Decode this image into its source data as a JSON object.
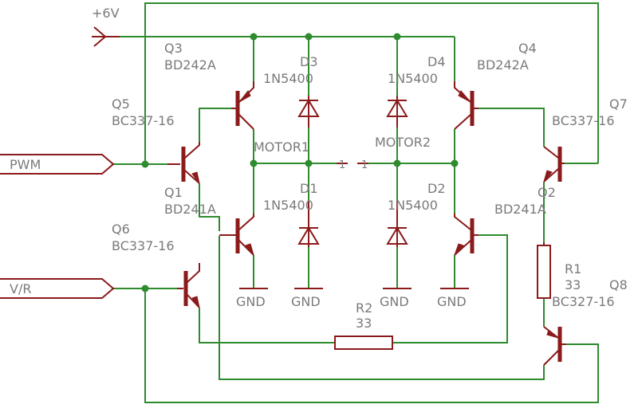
{
  "supply_label": "+6V",
  "ports": {
    "pwm": "PWM",
    "vr": "V/R"
  },
  "gnd_label": "GND",
  "pin_label": "1",
  "components": {
    "q1": {
      "name": "Q1",
      "part": "BD241A"
    },
    "q2": {
      "name": "Q2",
      "part": "BD241A"
    },
    "q3": {
      "name": "Q3",
      "part": "BD242A"
    },
    "q4": {
      "name": "Q4",
      "part": "BD242A"
    },
    "q5": {
      "name": "Q5",
      "part": "BC337-16"
    },
    "q6": {
      "name": "Q6",
      "part": "BC337-16"
    },
    "q7": {
      "name": "Q7",
      "part": "BC337-16"
    },
    "q8": {
      "name": "Q8",
      "part": "BC327-16"
    },
    "d1": {
      "name": "D1",
      "part": "1N5400"
    },
    "d2": {
      "name": "D2",
      "part": "1N5400"
    },
    "d3": {
      "name": "D3",
      "part": "1N5400"
    },
    "d4": {
      "name": "D4",
      "part": "1N5400"
    },
    "r1": {
      "name": "R1",
      "value": "33"
    },
    "r2": {
      "name": "R2",
      "value": "33"
    },
    "motor1": {
      "name": "MOTOR1"
    },
    "motor2": {
      "name": "MOTOR2"
    }
  },
  "colors": {
    "wire": "#2e8b2e",
    "component": "#8b1a1a",
    "label": "#7a7a7a"
  }
}
